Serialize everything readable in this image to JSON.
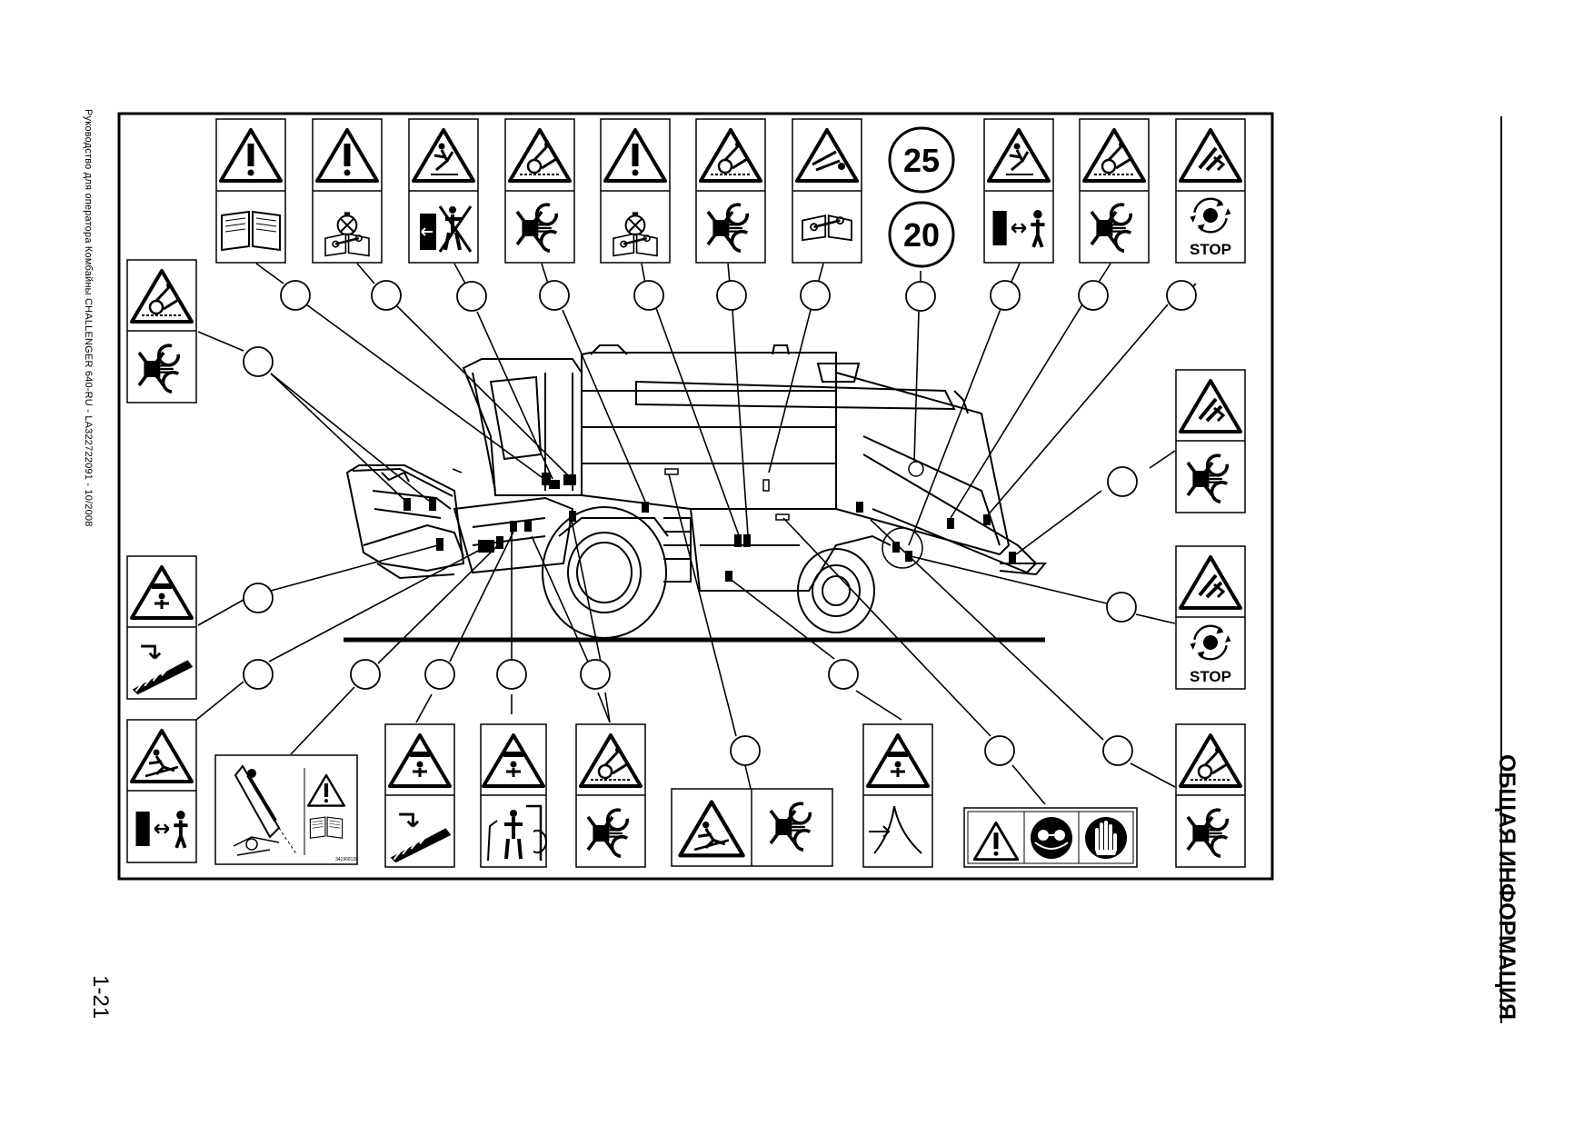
{
  "page": {
    "side_caption": "Руководство для оператора Комбайны  CHALLENGER 640-RU - LA322722091 - 10/2008",
    "page_number": "1-21",
    "section_title": "ОБЩАЯ ИНФОРМАЦИЯ"
  },
  "figure": {
    "speed_sign_top": "25",
    "speed_sign_bottom": "20",
    "stop_label": "STOP",
    "small_code": "341968128"
  }
}
